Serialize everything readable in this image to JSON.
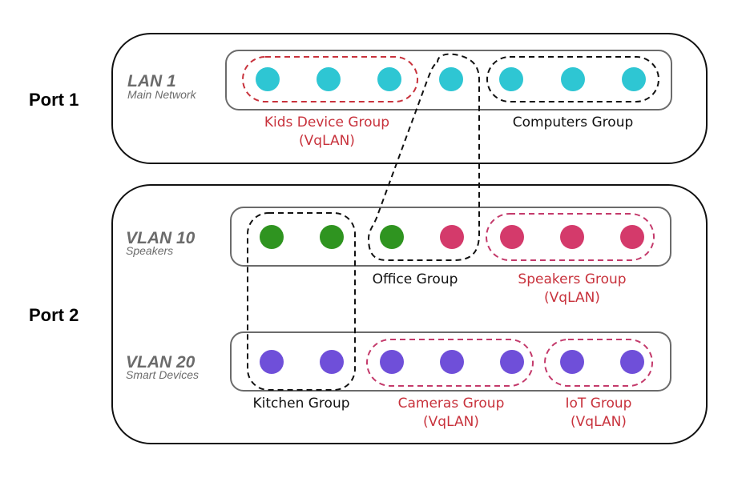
{
  "colors": {
    "cyan": "#2ec6d3",
    "green": "#2f9420",
    "pink": "#d43a6b",
    "purple": "#6f4fd9",
    "red_label": "#c8323c",
    "red_dash": "#c8323c",
    "pink_dash": "#c43a6b",
    "black_dash": "#111111",
    "kids_fill": "#e6f6f8",
    "speakers_fill": "#fbe3ea",
    "cameras_fill": "#ece6fb",
    "iot_fill": "#f1ecfb"
  },
  "ports": [
    {
      "label": "Port 1"
    },
    {
      "label": "Port 2"
    }
  ],
  "networks": [
    {
      "title": "LAN 1",
      "subtitle": "Main Network",
      "device_colors": [
        "cyan",
        "cyan",
        "cyan",
        "cyan",
        "cyan",
        "cyan",
        "cyan"
      ]
    },
    {
      "title": "VLAN 10",
      "subtitle": "Speakers",
      "device_colors": [
        "green",
        "green",
        "green",
        "pink",
        "pink",
        "pink",
        "pink"
      ]
    },
    {
      "title": "VLAN 20",
      "subtitle": "Smart Devices",
      "device_colors": [
        "purple",
        "purple",
        "purple",
        "purple",
        "purple",
        "purple",
        "purple"
      ]
    }
  ],
  "groups": {
    "kids": {
      "line1": "Kids Device Group",
      "line2": "(VqLAN)"
    },
    "computers": {
      "line1": "Computers Group"
    },
    "office": {
      "line1": "Office Group"
    },
    "speakers": {
      "line1": "Speakers Group",
      "line2": "(VqLAN)"
    },
    "kitchen": {
      "line1": "Kitchen Group"
    },
    "cameras": {
      "line1": "Cameras Group",
      "line2": "(VqLAN)"
    },
    "iot": {
      "line1": "IoT Group",
      "line2": "(VqLAN)"
    }
  }
}
